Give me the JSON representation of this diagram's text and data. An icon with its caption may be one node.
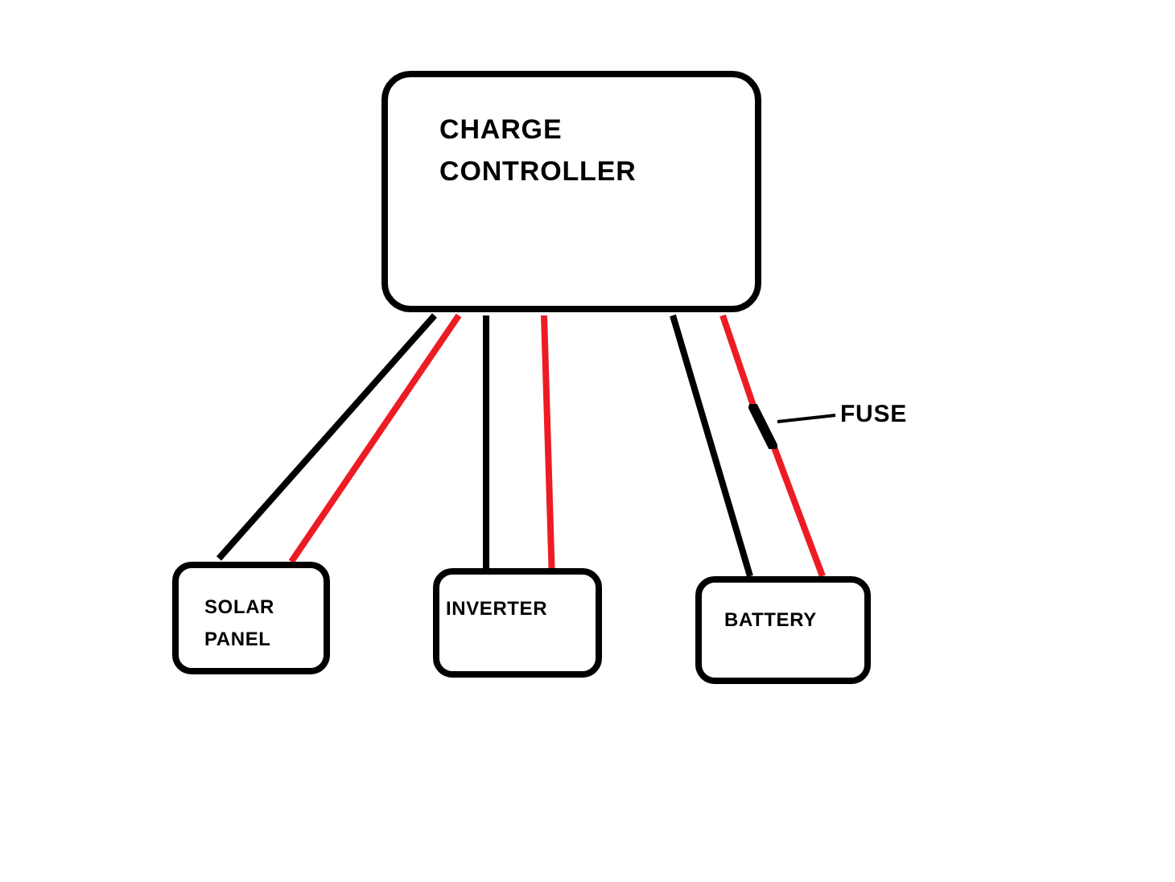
{
  "diagram": {
    "nodes": [
      {
        "text": [
          "CHARGE CONTROLLER"
        ]
      },
      {
        "text": [
          "SOLAR PANEL"
        ]
      },
      {
        "text": [
          "INVERTER"
        ]
      },
      {
        "text": [
          "BATTERY"
        ]
      },
      {
        "text": [],
        "shape": "bar"
      },
      {
        "text": [
          "FUSE"
        ]
      }
    ],
    "edges": [
      {
        "from": 0,
        "to": 1,
        "arrow": "none"
      },
      {
        "from": 0,
        "to": 1,
        "arrow": "none",
        "color": "#ed1c24"
      },
      {
        "from": 0,
        "to": 2,
        "arrow": "none"
      },
      {
        "from": 0,
        "to": 2,
        "arrow": "none",
        "color": "#ed1c24"
      },
      {
        "from": 0,
        "to": 3,
        "arrow": "none"
      },
      {
        "from": 0,
        "to": 4,
        "arrow": "none",
        "color": "#ed1c24"
      },
      {
        "from": 4,
        "to": 3,
        "arrow": "none",
        "color": "#ed1c24"
      },
      {
        "from": 5,
        "to": 4,
        "arrow": "none"
      }
    ]
  }
}
